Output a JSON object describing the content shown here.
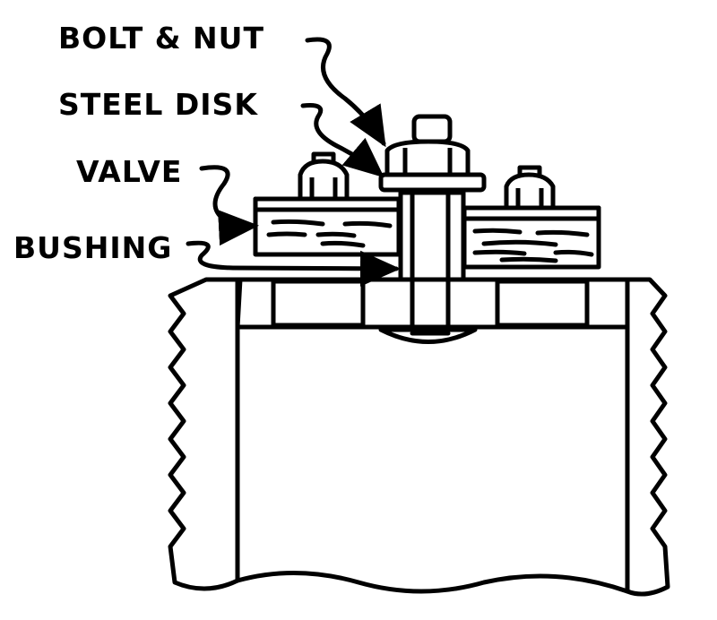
{
  "labels": {
    "bolt_nut": "BOLT & NUT",
    "steel_disk": "STEEL DISK",
    "valve": "VALVE",
    "bushing": "BUSHING"
  },
  "colors": {
    "ink": "#000000",
    "paper": "#ffffff"
  }
}
